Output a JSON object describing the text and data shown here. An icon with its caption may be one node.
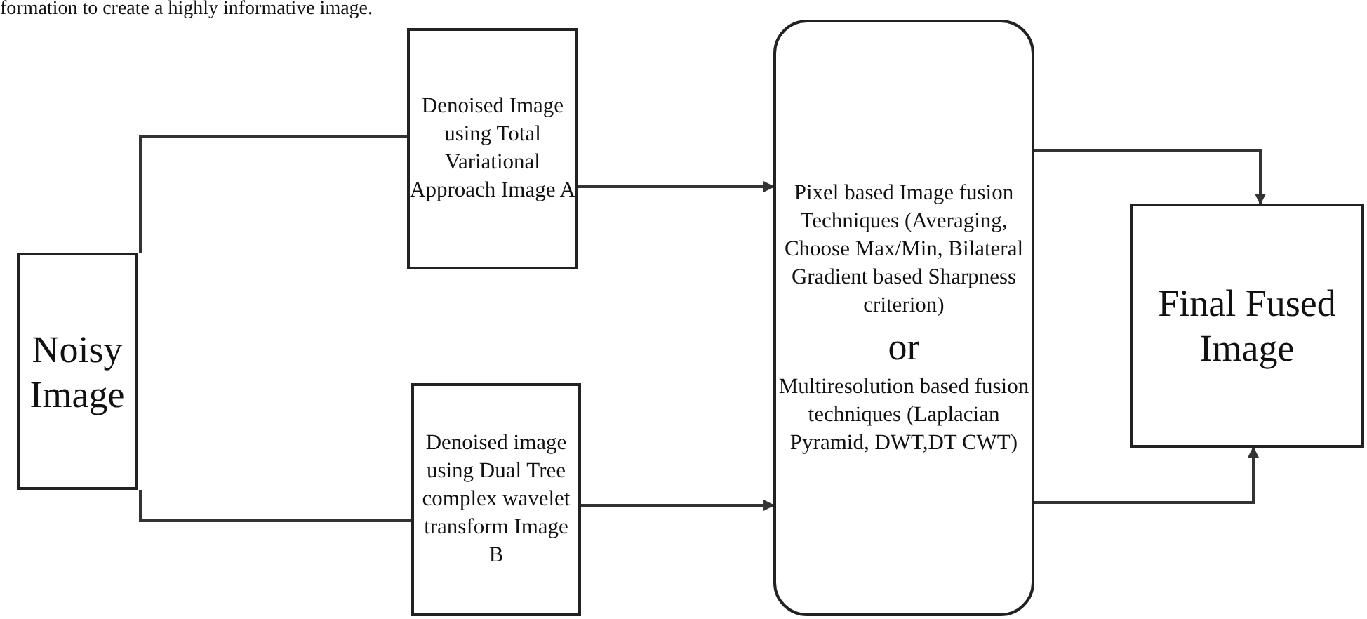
{
  "diagram": {
    "nodes": [
      {
        "text": [
          "Noisy Image"
        ]
      },
      {
        "text": [
          "Denoised Image using Total Variational Approach Image A"
        ]
      },
      {
        "text": [
          "Denoised image using Dual Tree complex wavelet transform Image B"
        ]
      },
      {
        "text": [
          "Pixel based Image fusion Techniques (Averaging, Choose Max/Min, Bilateral Gradient based Sharpness criterion)",
          "or",
          "Multiresolution based fusion techniques (Laplacian Pyramid, DWT,DT CWT)"
        ]
      },
      {
        "text": [
          "Final Fused Image"
        ]
      }
    ],
    "edges": [
      {
        "from": 0,
        "to": 1,
        "arrow": "none"
      },
      {
        "from": 0,
        "to": 2,
        "arrow": "none"
      },
      {
        "from": 1,
        "to": 3,
        "arrow": "to"
      },
      {
        "from": 2,
        "to": 3,
        "arrow": "to"
      },
      {
        "from": 3,
        "to": 4,
        "arrow": "to"
      },
      {
        "from": 3,
        "to": 4,
        "arrow": "to"
      }
    ],
    "labels": [
      "formation to create a highly informative image."
    ]
  }
}
